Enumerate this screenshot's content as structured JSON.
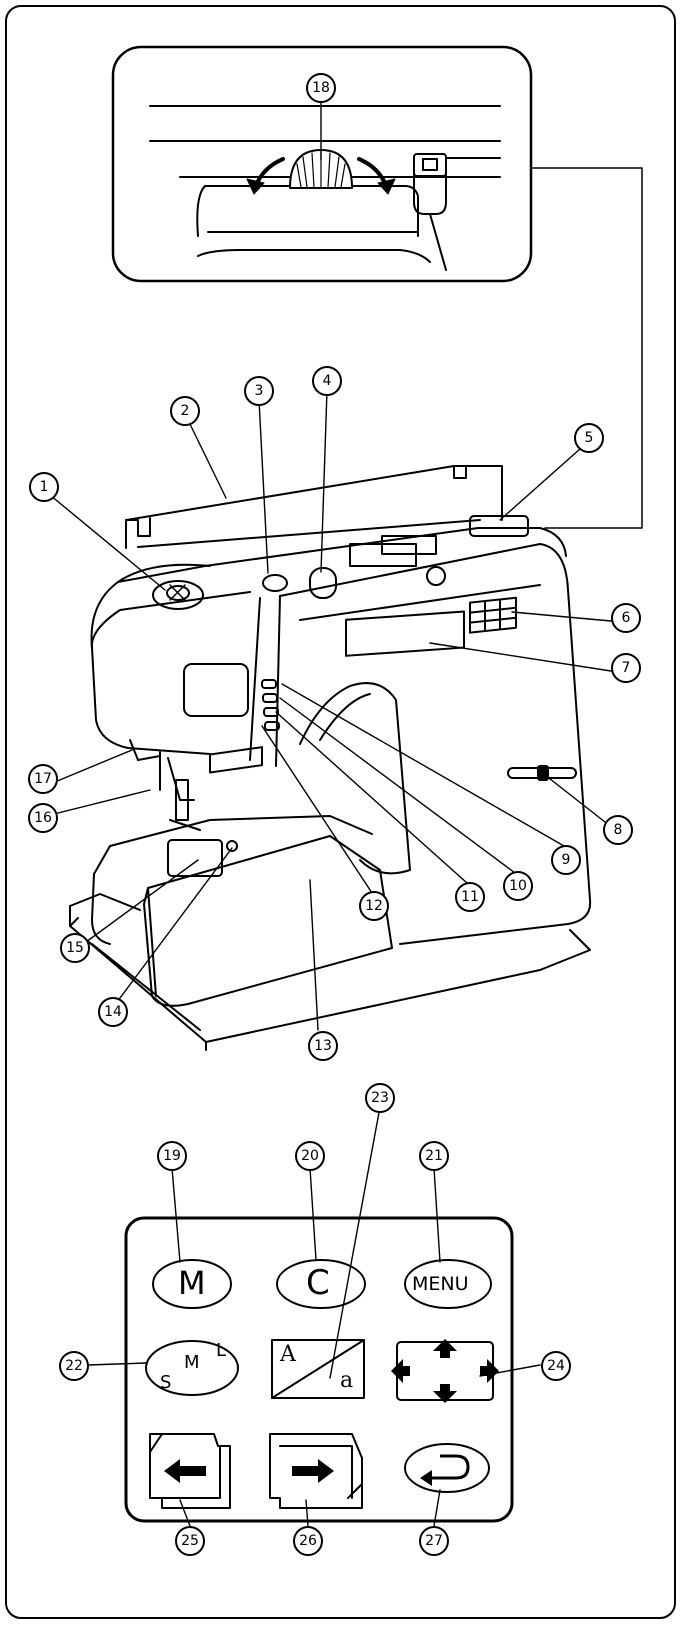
{
  "callouts": [
    "1",
    "2",
    "3",
    "4",
    "5",
    "6",
    "7",
    "8",
    "9",
    "10",
    "11",
    "12",
    "13",
    "14",
    "15",
    "16",
    "17",
    "18",
    "19",
    "20",
    "21",
    "22",
    "23",
    "24",
    "25",
    "26",
    "27"
  ],
  "panel": {
    "m_label": "M",
    "c_label": "C",
    "menu_label": "MENU",
    "sml_s": "S",
    "sml_m": "M",
    "sml_l": "L",
    "case_upper": "A",
    "case_lower": "a"
  },
  "icons": {
    "left_arrow": "arrow-left-icon",
    "right_arrow": "arrow-right-icon",
    "return": "return-arrow-icon",
    "cursor": "four-way-arrow-icon"
  }
}
